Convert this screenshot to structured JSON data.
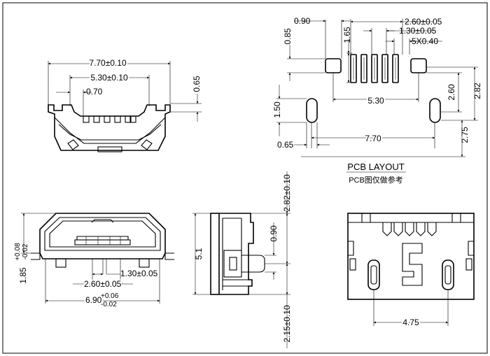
{
  "top_view": {
    "width_total": "7.70±0.10",
    "width_inner": "5.30±0.10",
    "pitch": "0.70",
    "right_height": "0.65"
  },
  "pcb_layout": {
    "pad_width": "0.90",
    "pad_height": "0.85",
    "pin_length": "1.65",
    "pin_span": "2.60±0.05",
    "pin_pitch": "1.30±0.05",
    "pin_size": "5X0.40",
    "pad_span": "5.30",
    "height_282": "2.82",
    "height_260": "2.60",
    "slot_height": "1.50",
    "slot_span": "7.70",
    "slot_width": "0.65",
    "height_275": "2.75",
    "title": "PCB LAYOUT",
    "subtitle": "PCB图仅做参考"
  },
  "front_view": {
    "height": "1.85",
    "height_tol_upper": "+0.08",
    "height_tol_lower": "-0.02",
    "pin_pitch": "1.30±0.05",
    "pin_span": "2.60±0.05",
    "width": "6.90",
    "width_tol_upper": "+0.06",
    "width_tol_lower": "-0.02"
  },
  "side_view": {
    "top_height": "2.82±0.10",
    "total_height": "5.1",
    "pin_height": "0.90",
    "bottom_height": "2.15±0.10"
  },
  "bottom_view": {
    "slot_spacing": "4.75"
  }
}
